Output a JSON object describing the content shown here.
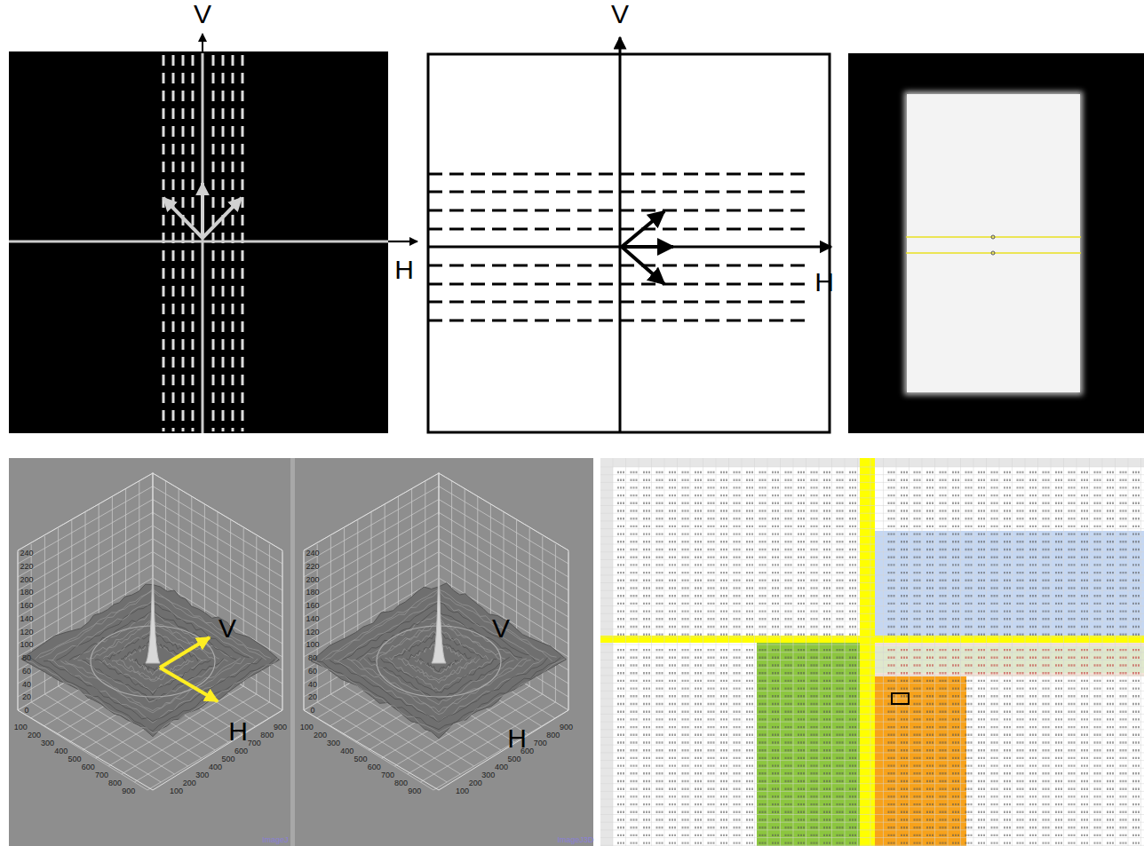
{
  "diagram": {
    "labels": [
      "V",
      "H",
      "V",
      "H",
      "V",
      "H",
      "V",
      "H",
      "0",
      "20",
      "40",
      "60",
      "80",
      "100",
      "120",
      "140",
      "160",
      "180",
      "200",
      "220",
      "240",
      "100",
      "200",
      "300",
      "400",
      "500",
      "600",
      "700",
      "800",
      "900",
      "100",
      "200",
      "300",
      "400",
      "500",
      "600",
      "700",
      "800",
      "900",
      "0",
      "20",
      "40",
      "60",
      "80",
      "100",
      "120",
      "140",
      "160",
      "180",
      "200",
      "220",
      "240",
      "100",
      "200",
      "300",
      "400",
      "500",
      "600",
      "700",
      "800",
      "900",
      "100",
      "200",
      "300",
      "400",
      "500",
      "600",
      "700",
      "800",
      "900",
      "ImageJ",
      "ImageJ3D"
    ]
  }
}
